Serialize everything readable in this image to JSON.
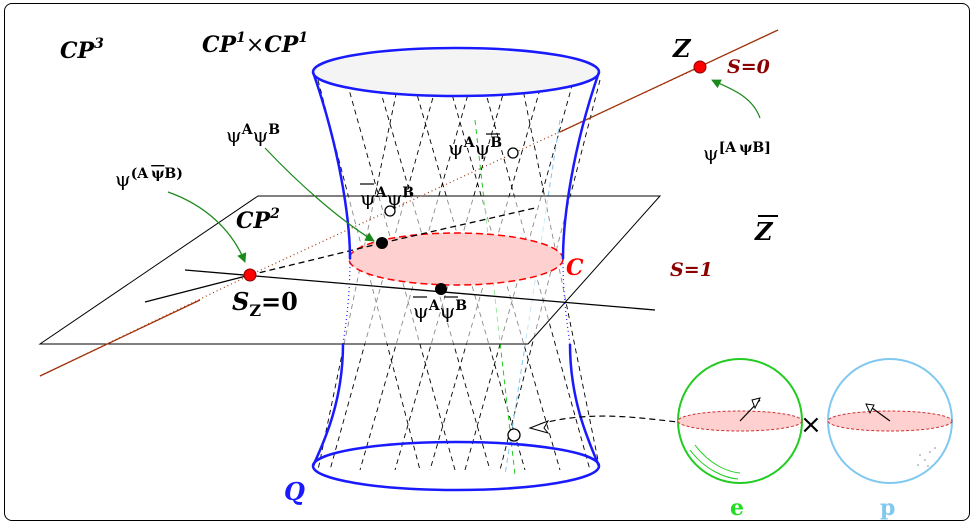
{
  "labels": {
    "cp3": "CP",
    "cp3_sup": "3",
    "cp1_a": "CP",
    "cp1_a_sup": "1",
    "times": "×",
    "cp1_b": "CP",
    "cp1_b_sup": "1",
    "cp2": "CP",
    "cp2_sup": "2",
    "z_point": "Z",
    "s0": "S=0",
    "s1": "S=1",
    "z_bar": "Z",
    "c_label": "C",
    "q_label": "Q",
    "sz_main": "S",
    "sz_sub": "Z",
    "sz_eq": "=0",
    "e_label": "e",
    "p_label": "p",
    "psi_sym": "ψ",
    "sup_A": "A",
    "sup_B": "B",
    "sup_open_A": "(A",
    "sup_close_B": "B)",
    "sup_open_sq_A": "[A",
    "sup_close_sq_B": "B]"
  },
  "colors": {
    "hyperboloid": "#1a1aff",
    "red_point": "#ff0000",
    "line_brown": "#a0320a",
    "text_darkred": "#8b0000",
    "c_label": "#ff0000",
    "disc_fill": "#ffd0d0",
    "arrow_green": "#1a8a1a",
    "sphere_e": "#22cc22",
    "sphere_p": "#80c8f0",
    "label_e": "#22dd22",
    "label_p": "#80c8f0"
  }
}
